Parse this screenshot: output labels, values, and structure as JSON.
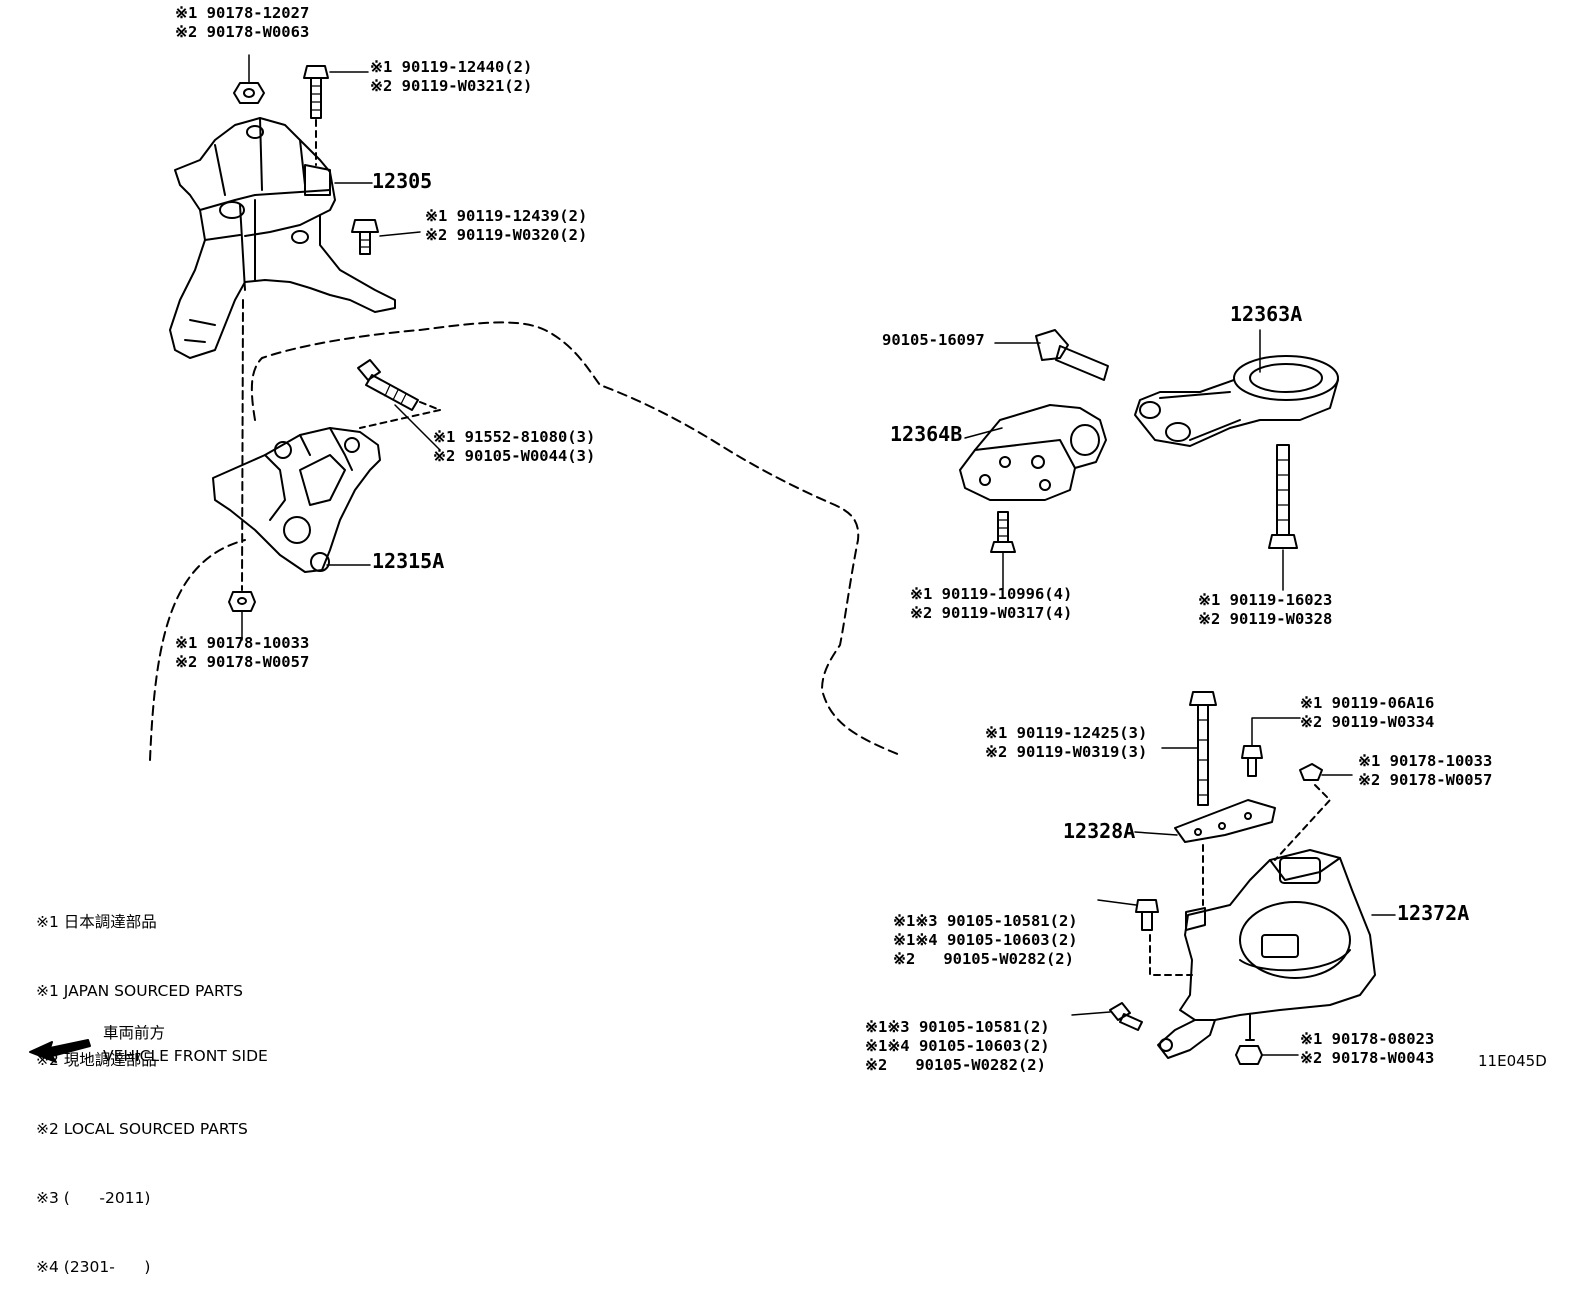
{
  "labels": {
    "nut_top_left": [
      "※1 90178-12027",
      "※2 90178-W0063"
    ],
    "bolt_top": [
      "※1 90119-12440(2)",
      "※2 90119-W0321(2)"
    ],
    "part_12305": "12305",
    "bolt_12305": [
      "※1 90119-12439(2)",
      "※2 90119-W0320(2)"
    ],
    "bolt_mid": [
      "※1 91552-81080(3)",
      "※2 90105-W0044(3)"
    ],
    "part_12315A": "12315A",
    "nut_lower_left": [
      "※1 90178-10033",
      "※2 90178-W0057"
    ],
    "bolt_90105_16097": "90105-16097",
    "part_12363A": "12363A",
    "part_12364B": "12364B",
    "bolt_12364B": [
      "※1 90119-10996(4)",
      "※2 90119-W0317(4)"
    ],
    "bolt_12363A": [
      "※1 90119-16023",
      "※2 90119-W0328"
    ],
    "bolt_06A16": [
      "※1 90119-06A16",
      "※2 90119-W0334"
    ],
    "bolt_12425": [
      "※1 90119-12425(3)",
      "※2 90119-W0319(3)"
    ],
    "nut_right": [
      "※1 90178-10033",
      "※2 90178-W0057"
    ],
    "part_12328A": "12328A",
    "bolt_group_1": [
      "※1※3 90105-10581(2)",
      "※1※4 90105-10603(2)",
      "※2   90105-W0282(2)"
    ],
    "part_12372A": "12372A",
    "bolt_group_2": [
      "※1※3 90105-10581(2)",
      "※1※4 90105-10603(2)",
      "※2   90105-W0282(2)"
    ],
    "nut_bottom_right": [
      "※1 90178-08023",
      "※2 90178-W0043"
    ],
    "diagram_code": "11E045D"
  },
  "legend": [
    "※1 日本調達部品",
    "※1 JAPAN SOURCED PARTS",
    "※2 現地調達部品",
    "※2 LOCAL SOURCED PARTS",
    "※3 (      -2011)",
    "※4 (2301-      )"
  ],
  "front": {
    "japanese": "車両前方",
    "english": "VEHICLE FRONT SIDE",
    "arrow_icon": "arrow-left-icon"
  }
}
